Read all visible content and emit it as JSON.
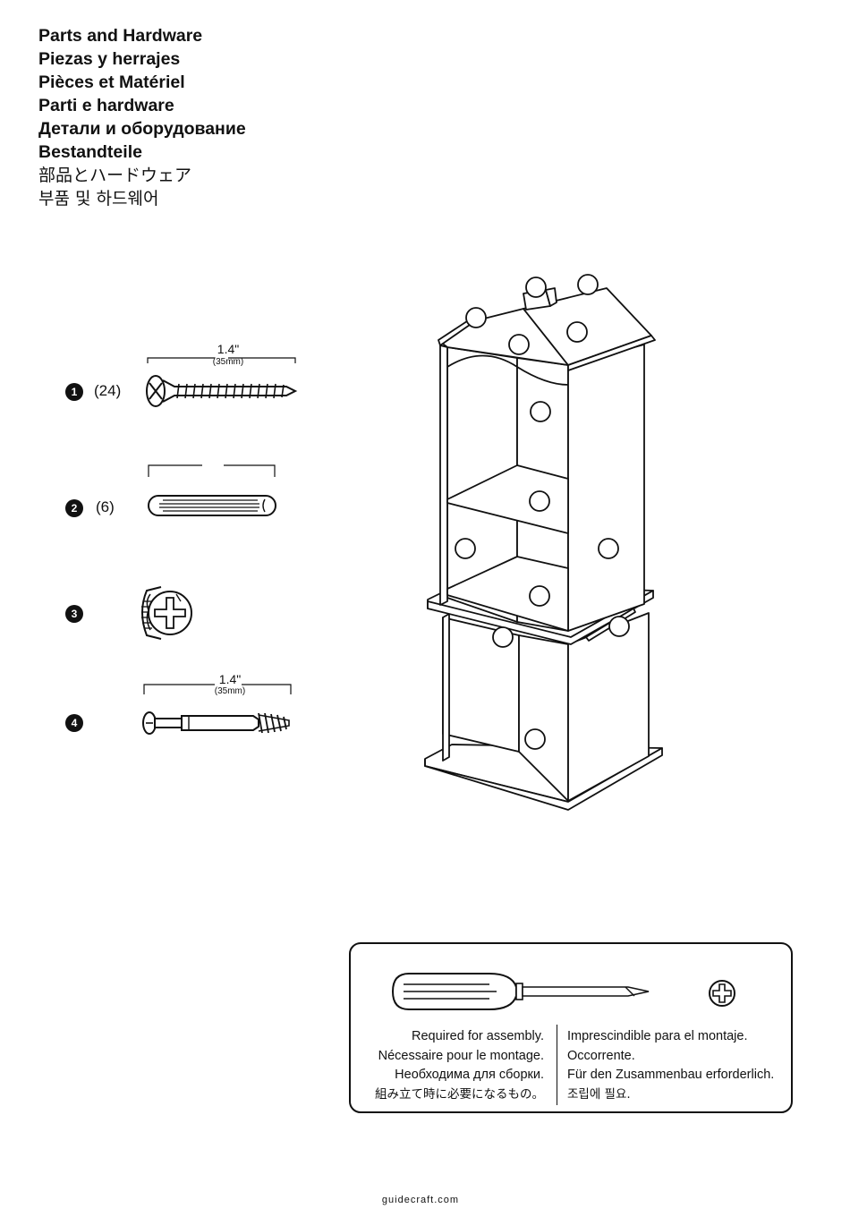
{
  "titles": [
    "Parts and Hardware",
    "Piezas y herrajes",
    "Pièces et Matériel",
    "Parti e hardware",
    "Детали и оборудование",
    "Bestandteile",
    "部品とハードウェア",
    "부품 및 하드웨어"
  ],
  "parts": [
    {
      "num": "1",
      "qty": "(24)",
      "dim": "1.4\"",
      "dim_sub": "(35mm)"
    },
    {
      "num": "2",
      "qty": "(6)"
    },
    {
      "num": "3",
      "qty": ""
    },
    {
      "num": "4",
      "qty": "",
      "dim": "1.4\"",
      "dim_sub": "(35mm)"
    }
  ],
  "tool": {
    "left_lines": [
      "Required for assembly.",
      "Nécessaire pour le montage.",
      "Необходима для сборки.",
      "組み立て時に必要になるもの。"
    ],
    "right_lines": [
      "Imprescindible para el montaje.",
      "Occorrente.",
      "Für den Zusammenbau erforderlich.",
      "조립에 필요."
    ]
  },
  "footer": "guidecraft.com"
}
